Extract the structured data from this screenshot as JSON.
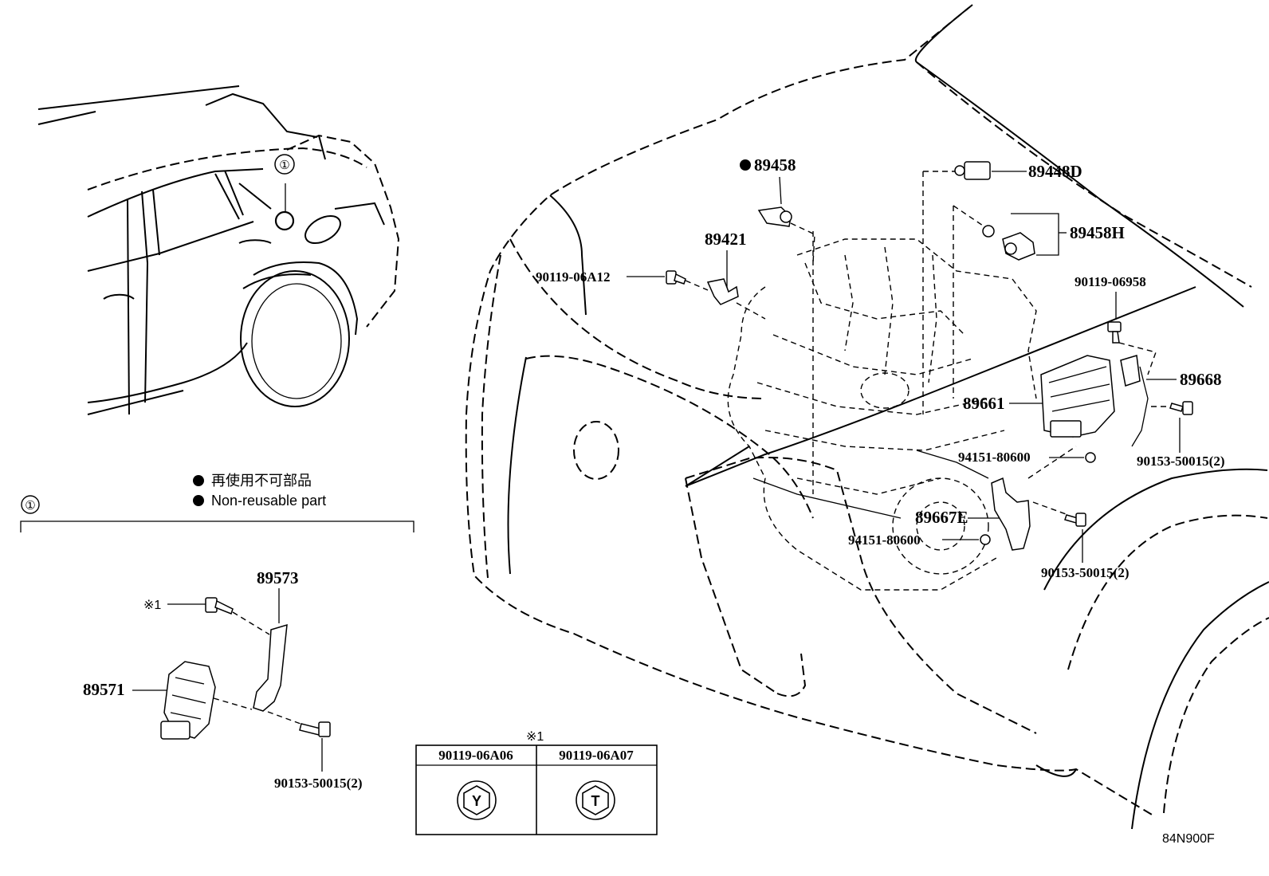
{
  "legend": {
    "callout_marker": "①",
    "non_reusable_jp": "再使用不可部品",
    "non_reusable_en": "Non-reusable part",
    "bullet_icon": "filled-circle"
  },
  "parts": {
    "p89458": "89458",
    "p89448d": "89448D",
    "p89421": "89421",
    "p89458h": "89458H",
    "p90119_06a12": "90119-06A12",
    "p90119_06958": "90119-06958",
    "p89668": "89668",
    "p89661": "89661",
    "p90153_a": "90153-50015(2)",
    "p94151_a": "94151-80600",
    "p89667e": "89667E",
    "p94151_b": "94151-80600",
    "p90153_b": "90153-50015(2)",
    "p89573": "89573",
    "p89571": "89571",
    "p90153_c": "90153-50015(2)",
    "ref_mark": "※1"
  },
  "table": {
    "header_mark": "※1",
    "col1": {
      "code": "90119-06A06",
      "letter": "Y"
    },
    "col2": {
      "code": "90119-06A07",
      "letter": "T"
    }
  },
  "diagram_id": "84N900F"
}
